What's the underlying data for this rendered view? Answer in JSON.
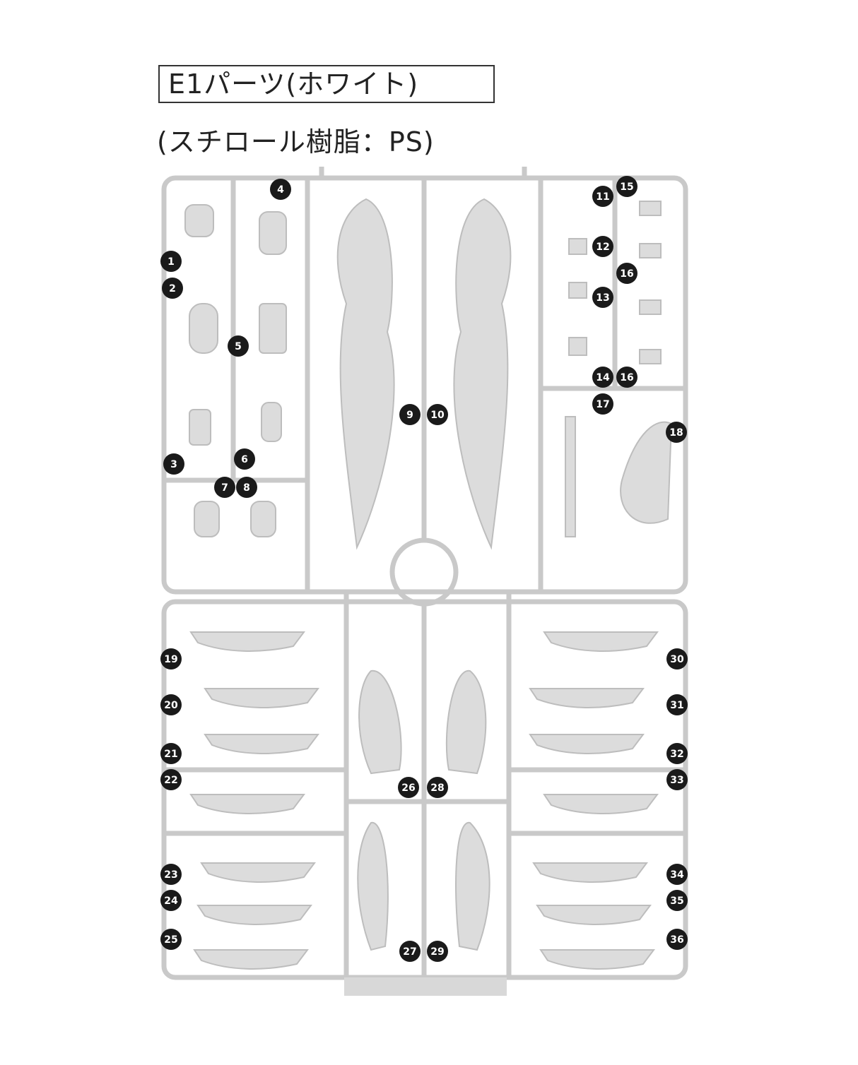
{
  "header": {
    "title": "E1パーツ(ホワイト)",
    "material": "(スチロール樹脂：PS)"
  },
  "colors": {
    "runner": "#c9c9c9",
    "part": "#dcdcdc",
    "badge": "#1a1a1a"
  },
  "parts": [
    "1",
    "2",
    "3",
    "4",
    "5",
    "6",
    "7",
    "8",
    "9",
    "10",
    "11",
    "12",
    "13",
    "14",
    "15",
    "16",
    "16",
    "17",
    "18",
    "19",
    "20",
    "21",
    "22",
    "23",
    "24",
    "25",
    "26",
    "27",
    "28",
    "29",
    "30",
    "31",
    "32",
    "33",
    "34",
    "35",
    "36"
  ]
}
